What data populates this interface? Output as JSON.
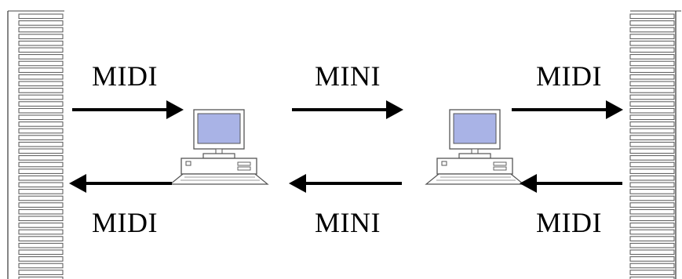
{
  "labels": {
    "top_left": "MIDI",
    "top_middle": "MINI",
    "top_right": "MIDI",
    "bottom_left": "MIDI",
    "bottom_middle": "MINI",
    "bottom_right": "MIDI"
  },
  "colors": {
    "ink": "#000000",
    "keyboard_line": "#555555",
    "screen": "#a9b3e6",
    "computer_body": "#ffffff"
  },
  "icons": [
    "piano-keyboard-icon",
    "desktop-computer-icon",
    "arrow-right-icon",
    "arrow-left-icon"
  ]
}
